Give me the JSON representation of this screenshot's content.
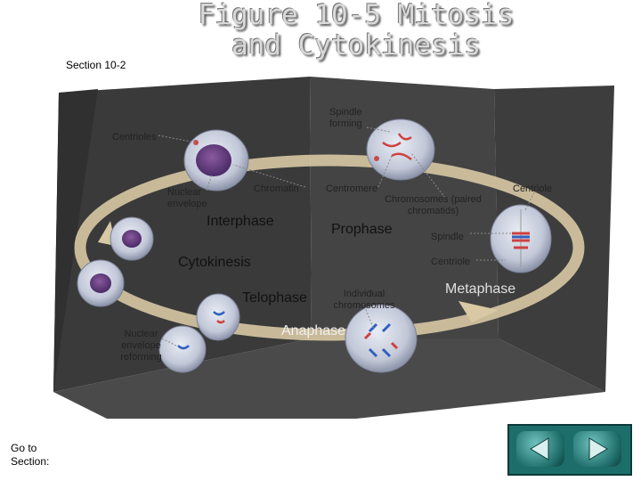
{
  "title": {
    "line1": "Figure 10-5 Mitosis",
    "line2": "and Cytokinesis"
  },
  "section": "Section 10-2",
  "labels": {
    "spindle_forming": "Spindle forming",
    "centrioles": "Centrioles",
    "chromatin": "Chromatin",
    "nuclear_envelope": "Nuclear envelope",
    "centromere": "Centromere",
    "chromosomes": "Chromosomes (paired chromatids)",
    "centriole_top": "Centriole",
    "spindle": "Spindle",
    "centriole_mid": "Centriole",
    "individual_chromosomes": "Individual chromosomes",
    "nuclear_envelope_reforming": "Nuclear envelope reforming"
  },
  "phases": {
    "interphase": "Interphase",
    "prophase": "Prophase",
    "cytokinesis": "Cytokinesis",
    "telophase": "Telophase",
    "metaphase": "Metaphase",
    "anaphase": "Anaphase"
  },
  "goto": "Go to Section:",
  "colors": {
    "board": "#3b3b3b",
    "cycle_arrow": "#d8c9a4",
    "nav": "#1d6e6b"
  },
  "icons": [
    "back-arrow-icon",
    "forward-arrow-icon"
  ]
}
